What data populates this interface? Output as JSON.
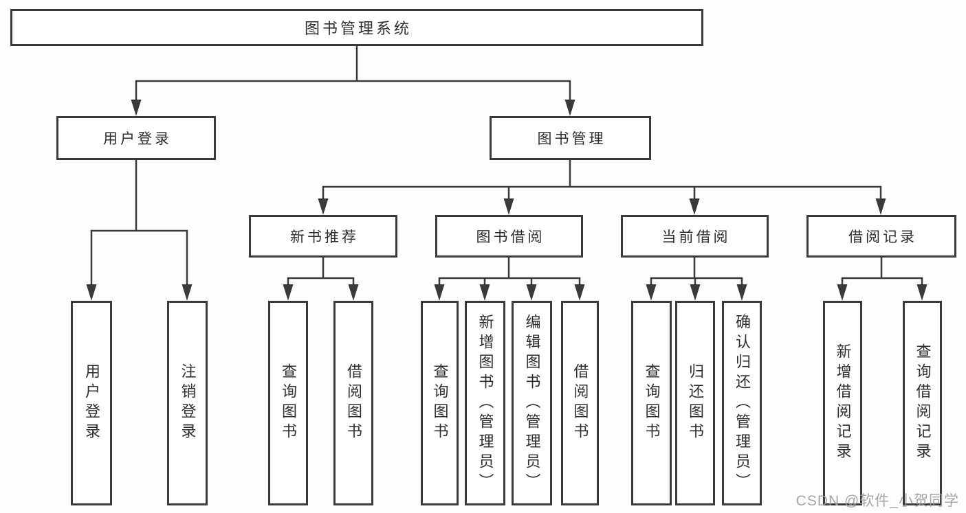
{
  "nodes": {
    "root": "图书管理系统",
    "user_login": "用户登录",
    "book_mgmt": "图书管理",
    "new_books": "新书推荐",
    "book_borrow": "图书借阅",
    "current_borrow": "当前借阅",
    "borrow_records": "借阅记录"
  },
  "leaves": {
    "user_login": [
      "用户登录",
      "注销登录"
    ],
    "new_books": [
      "查询图书",
      "借阅图书"
    ],
    "book_borrow": [
      "查询图书",
      "新增图书（管理员）",
      "编辑图书（管理员）",
      "借阅图书"
    ],
    "current_borrow": [
      "查询图书",
      "归还图书",
      "确认归还（管理员）"
    ],
    "borrow_records": [
      "新增借阅记录",
      "查询借阅记录"
    ]
  },
  "watermark": "CSDN @软件_小贺同学",
  "colors": {
    "line": "#3a3a3a",
    "text": "#2e2e2e",
    "box_background": "#ffffff",
    "watermark": "#9c9c9c"
  }
}
